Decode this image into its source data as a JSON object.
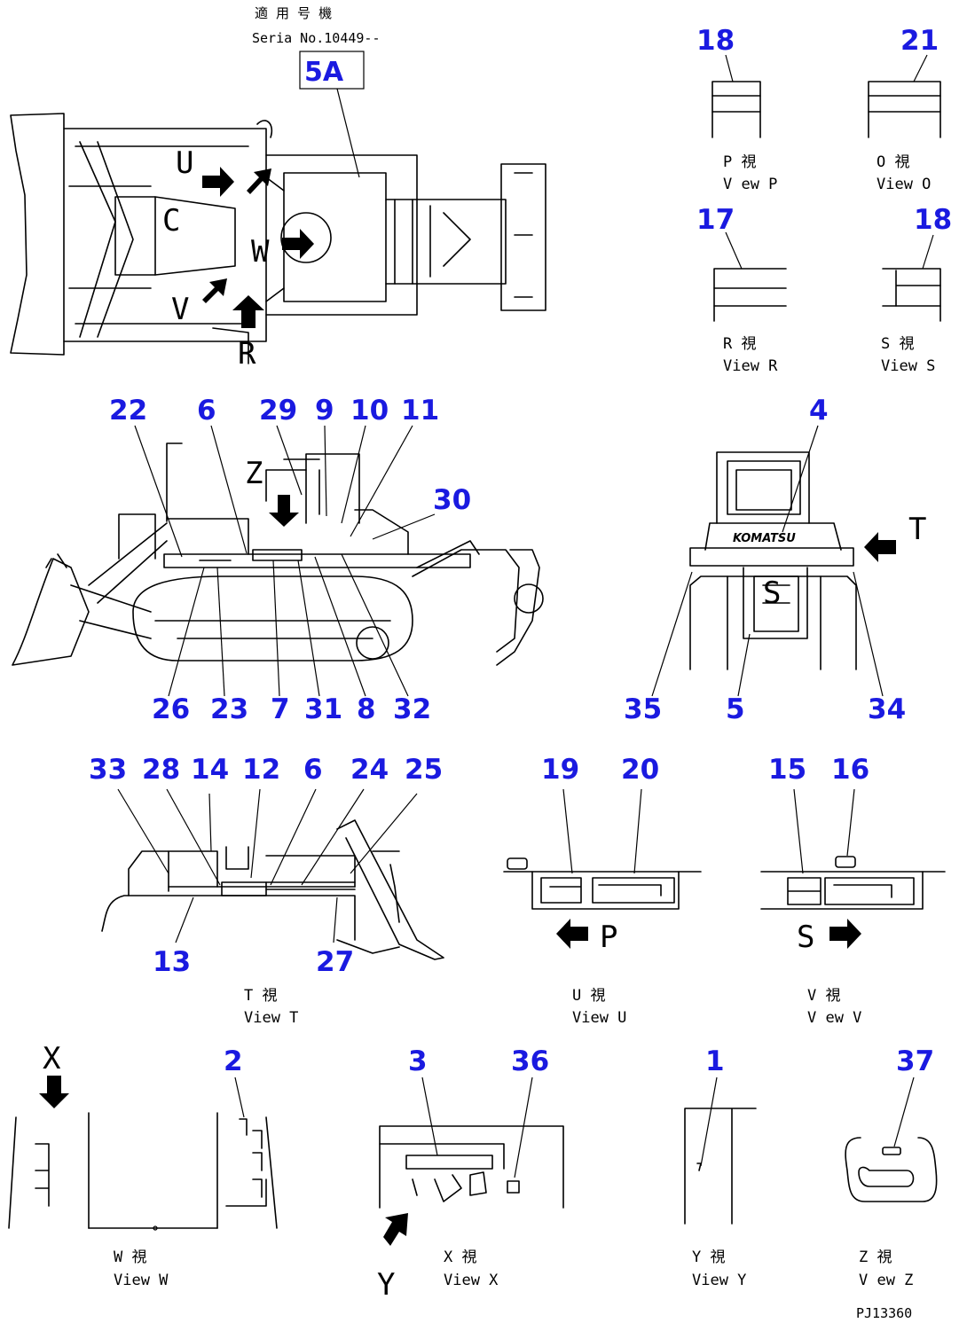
{
  "header": {
    "applicable_jp": "適 用 号 機",
    "serial": "Seria  No.10449--",
    "frame_label": "5A"
  },
  "callouts": {
    "n18a": "18",
    "n21": "21",
    "n17": "17",
    "n18b": "18",
    "n22": "22",
    "n6a": "6",
    "n29": "29",
    "n9": "9",
    "n10": "10",
    "n11": "11",
    "n30": "30",
    "n26": "26",
    "n23": "23",
    "n7": "7",
    "n31": "31",
    "n8": "8",
    "n32": "32",
    "n4": "4",
    "n35": "35",
    "n5": "5",
    "n34": "34",
    "n33": "33",
    "n28": "28",
    "n14": "14",
    "n12": "12",
    "n6b": "6",
    "n24": "24",
    "n25": "25",
    "n13": "13",
    "n27": "27",
    "n19": "19",
    "n20": "20",
    "n15": "15",
    "n16": "16",
    "n2": "2",
    "n3": "3",
    "n36": "36",
    "n1": "1",
    "n37": "37"
  },
  "views": {
    "p_jp": "P   視",
    "p_en": "V ew P",
    "o_jp": "O   視",
    "o_en": "View O",
    "r_jp": "R   視",
    "r_en": "View R",
    "s_jp": "S   視",
    "s_en": "View S",
    "t_jp": "T   視",
    "t_en": "View T",
    "u_jp": "U   視",
    "u_en": "View U",
    "v_jp": "V   視",
    "v_en": "V ew V",
    "w_jp": "W   視",
    "w_en": "View W",
    "x_jp": "X   視",
    "x_en": "View X",
    "y_jp": "Y   視",
    "y_en": "View Y",
    "z_jp": "Z   視",
    "z_en": "V ew Z"
  },
  "view_letters": {
    "top_u": "U",
    "top_c": "C",
    "top_w": "W",
    "top_v": "V",
    "top_r": "R",
    "side_z": "Z",
    "front_t": "T",
    "front_s": "S",
    "u_p": "P",
    "v_s": "S",
    "w_x": "X",
    "x_y": "Y"
  },
  "brand": "KOMATSU",
  "drawing_number": "PJ13360"
}
